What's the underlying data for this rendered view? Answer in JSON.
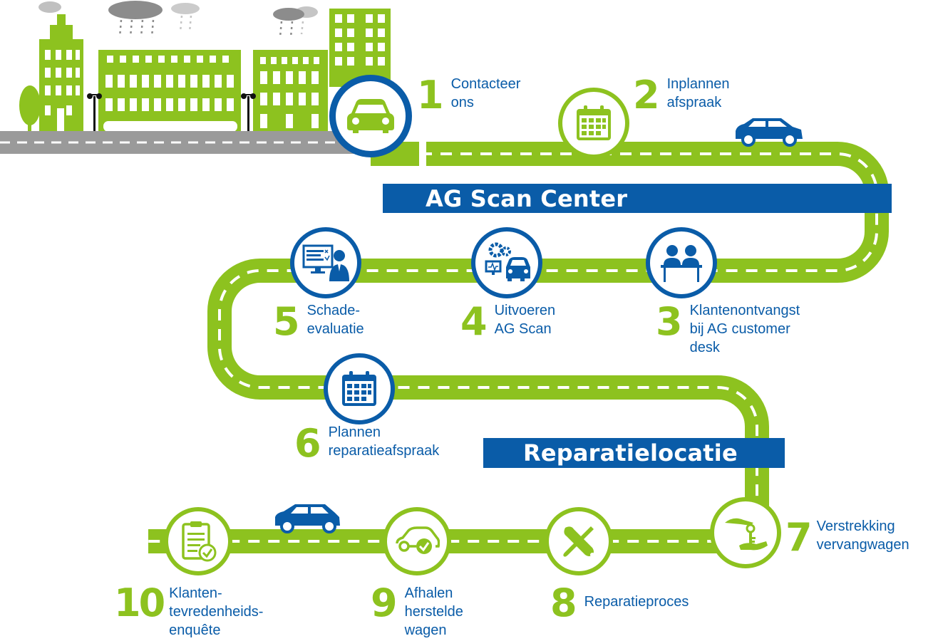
{
  "sections": {
    "scan_center": "AG Scan Center",
    "repair_location": "Reparatielocatie"
  },
  "steps": [
    {
      "number": "1",
      "lines": [
        "Contacteer",
        "ons"
      ]
    },
    {
      "number": "2",
      "lines": [
        "Inplannen",
        "afspraak"
      ]
    },
    {
      "number": "3",
      "lines": [
        "Klantenontvangst",
        "bij AG customer",
        "desk"
      ]
    },
    {
      "number": "4",
      "lines": [
        "Uitvoeren",
        "AG Scan"
      ]
    },
    {
      "number": "5",
      "lines": [
        "Schade-",
        "evaluatie"
      ]
    },
    {
      "number": "6",
      "lines": [
        "Plannen",
        "reparatieafspraak"
      ]
    },
    {
      "number": "7",
      "lines": [
        "Verstrekking",
        "vervangwagen"
      ]
    },
    {
      "number": "8",
      "lines": [
        "Reparatieproces"
      ]
    },
    {
      "number": "9",
      "lines": [
        "Afhalen",
        "herstelde",
        "wagen"
      ]
    },
    {
      "number": "10",
      "lines": [
        "Klanten-",
        "tevredenheids-",
        "enquête"
      ]
    }
  ],
  "icons": [
    "car-icon",
    "calendar-icon",
    "customer-desk-icon",
    "scan-car-icon",
    "damage-evaluation-icon",
    "calendar-icon",
    "key-handover-icon",
    "tools-icon",
    "car-check-icon",
    "survey-clipboard-icon"
  ],
  "colors": {
    "green": "#8dc21f",
    "blue": "#0a5ca8",
    "grey_road": "#9a9a9a",
    "cloud": "#8c8c8c"
  }
}
